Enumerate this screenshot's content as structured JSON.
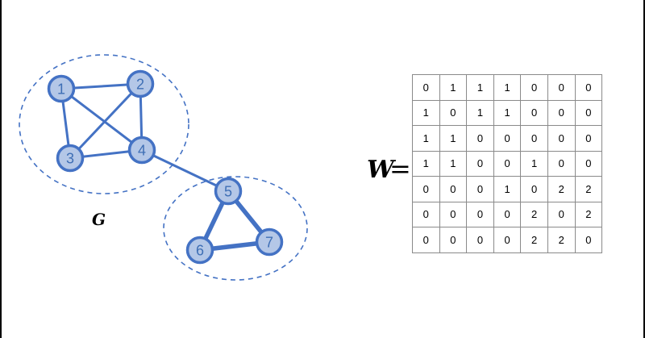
{
  "graph": {
    "name": "G",
    "nodes": [
      "1",
      "2",
      "3",
      "4",
      "5",
      "6",
      "7"
    ],
    "edges": [
      {
        "from": "1",
        "to": "2",
        "weight": 1
      },
      {
        "from": "1",
        "to": "3",
        "weight": 1
      },
      {
        "from": "1",
        "to": "4",
        "weight": 1
      },
      {
        "from": "2",
        "to": "3",
        "weight": 1
      },
      {
        "from": "2",
        "to": "4",
        "weight": 1
      },
      {
        "from": "3",
        "to": "4",
        "weight": 1
      },
      {
        "from": "4",
        "to": "5",
        "weight": 1
      },
      {
        "from": "5",
        "to": "6",
        "weight": 2
      },
      {
        "from": "5",
        "to": "7",
        "weight": 2
      },
      {
        "from": "6",
        "to": "7",
        "weight": 2
      }
    ],
    "clusters": [
      [
        "1",
        "2",
        "3",
        "4"
      ],
      [
        "5",
        "6",
        "7"
      ]
    ],
    "colors": {
      "node_fill": "#b4c7e7",
      "node_stroke": "#4472c4",
      "edge": "#4472c4",
      "cluster_border": "#4472c4",
      "label": "#3f6fb5"
    }
  },
  "matrix": {
    "name": "W",
    "equals": "=",
    "rows": [
      [
        "0",
        "1",
        "1",
        "1",
        "0",
        "0",
        "0"
      ],
      [
        "1",
        "0",
        "1",
        "1",
        "0",
        "0",
        "0"
      ],
      [
        "1",
        "1",
        "0",
        "0",
        "0",
        "0",
        "0"
      ],
      [
        "1",
        "1",
        "0",
        "0",
        "1",
        "0",
        "0"
      ],
      [
        "0",
        "0",
        "0",
        "1",
        "0",
        "2",
        "2"
      ],
      [
        "0",
        "0",
        "0",
        "0",
        "2",
        "0",
        "2"
      ],
      [
        "0",
        "0",
        "0",
        "0",
        "2",
        "2",
        "0"
      ]
    ]
  }
}
